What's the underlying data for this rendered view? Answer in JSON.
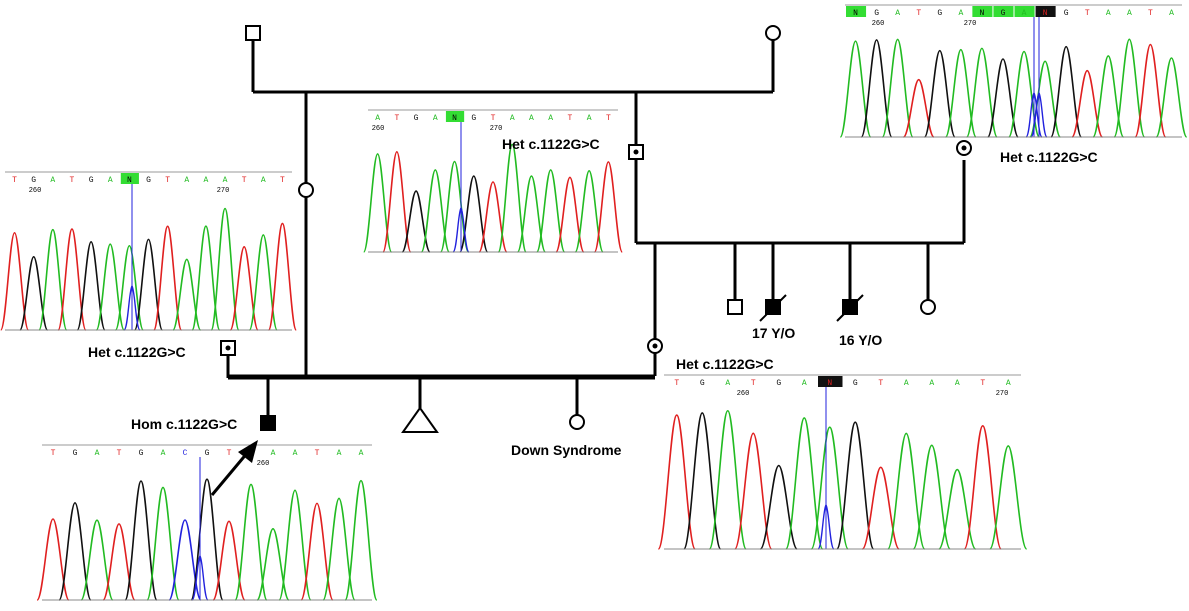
{
  "labels": {
    "het_upper_middle": "Het c.1122G>C",
    "het_upper_right": "Het c.1122G>C",
    "het_left": "Het c.1122G>C",
    "het_mother": "Het c.1122G>C",
    "hom_proband": "Hom c.1122G>C",
    "age_17": "17 Y/O",
    "age_16": "16 Y/O",
    "down_syndrome": "Down Syndrome"
  },
  "chromatograms": [
    {
      "id": "top-right",
      "bases": [
        "N",
        "G",
        "A",
        "T",
        "G",
        "A",
        "N",
        "G",
        "A",
        "N",
        "G",
        "T",
        "A",
        "A",
        "T",
        "A"
      ],
      "highlights": [
        {
          "i": 0,
          "c": "#33dd33"
        },
        {
          "i": 6,
          "c": "#33dd33"
        },
        {
          "i": 7,
          "c": "#33dd33"
        },
        {
          "i": 8,
          "c": "#33dd33"
        },
        {
          "i": 9,
          "c": "#111111"
        }
      ],
      "ticks": [
        "260",
        "270"
      ]
    },
    {
      "id": "middle",
      "bases": [
        "A",
        "T",
        "G",
        "A",
        "N",
        "G",
        "T",
        "A",
        "A",
        "A",
        "T",
        "A",
        "T"
      ],
      "highlights": [
        {
          "i": 4,
          "c": "#33dd33"
        }
      ],
      "ticks": [
        "260",
        "270"
      ]
    },
    {
      "id": "left",
      "bases": [
        "T",
        "G",
        "A",
        "T",
        "G",
        "A",
        "N",
        "G",
        "T",
        "A",
        "A",
        "A",
        "T",
        "A",
        "T"
      ],
      "highlights": [
        {
          "i": 6,
          "c": "#33dd33"
        }
      ],
      "ticks": [
        "260",
        "270"
      ]
    },
    {
      "id": "bottom-right",
      "bases": [
        "T",
        "G",
        "A",
        "T",
        "G",
        "A",
        "N",
        "G",
        "T",
        "A",
        "A",
        "A",
        "T",
        "A"
      ],
      "highlights": [
        {
          "i": 6,
          "c": "#111111"
        }
      ],
      "ticks": [
        "260",
        "270"
      ]
    },
    {
      "id": "bottom-left",
      "bases": [
        "T",
        "G",
        "A",
        "T",
        "G",
        "A",
        "C",
        "G",
        "T",
        "A",
        "A",
        "A",
        "T",
        "A",
        "A"
      ],
      "highlights": [],
      "ticks": [
        "260"
      ]
    }
  ],
  "colors": {
    "A": "#22bb22",
    "T": "#e02020",
    "G": "#111111",
    "C": "#2222dd",
    "line": "#000000",
    "mutation": "#2222dd"
  }
}
